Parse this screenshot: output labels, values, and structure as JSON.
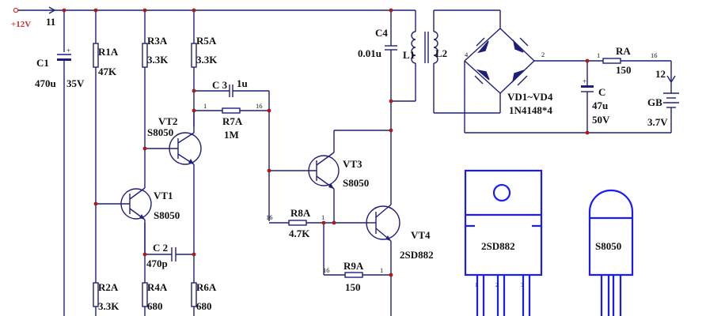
{
  "supply": {
    "label": "+12V",
    "node": "11"
  },
  "components": {
    "C1": {
      "ref": "C1",
      "value": "470u",
      "rating": "35V"
    },
    "R1A": {
      "ref": "R1A",
      "value": "47K"
    },
    "R3A": {
      "ref": "R3A",
      "value": "3.3K"
    },
    "R5A": {
      "ref": "R5A",
      "value": "3.3K"
    },
    "C3": {
      "ref": "C 3",
      "value": "1u"
    },
    "R7A": {
      "ref": "R7A",
      "value": "1M",
      "pin_left": "1",
      "pin_right": "16"
    },
    "VT2": {
      "ref": "VT2",
      "type": "S8050"
    },
    "VT1": {
      "ref": "VT1",
      "type": "S8050"
    },
    "C2": {
      "ref": "C 2",
      "value": "470p"
    },
    "R2A": {
      "ref": "R2A",
      "value": "3.3K"
    },
    "R4A": {
      "ref": "R4A",
      "value": "680"
    },
    "R6A": {
      "ref": "R6A",
      "value": "680"
    },
    "C4": {
      "ref": "C4",
      "value": "0.01u"
    },
    "L1": {
      "ref": "L1"
    },
    "L2": {
      "ref": "L2"
    },
    "VT3": {
      "ref": "VT3",
      "type": "S8050"
    },
    "R8A": {
      "ref": "R8A",
      "value": "4.7K",
      "pin_left": "16",
      "pin_right": "1"
    },
    "R9A": {
      "ref": "R9A",
      "value": "150",
      "pin_left": "16",
      "pin_right": "1"
    },
    "VT4": {
      "ref": "VT4",
      "type": "2SD882"
    },
    "bridge": {
      "ref": "VD1~VD4",
      "value": "1N4148*4",
      "pin_in": "4",
      "pin_out": "2"
    },
    "C": {
      "ref": "C",
      "value": "47u",
      "rating": "50V"
    },
    "RA": {
      "ref": "RA",
      "value": "150",
      "pin_left": "1",
      "pin_right": "16"
    },
    "GB": {
      "ref": "GB",
      "value": "3.7V",
      "node": "12"
    }
  },
  "packages": [
    {
      "name": "2SD882",
      "style": "TO-126"
    },
    {
      "name": "S8050",
      "style": "TO-92"
    }
  ],
  "colors": {
    "wire": "#1f1f7a",
    "package": "#1a1aff",
    "node": "#b01818",
    "supply": "#d03030"
  }
}
